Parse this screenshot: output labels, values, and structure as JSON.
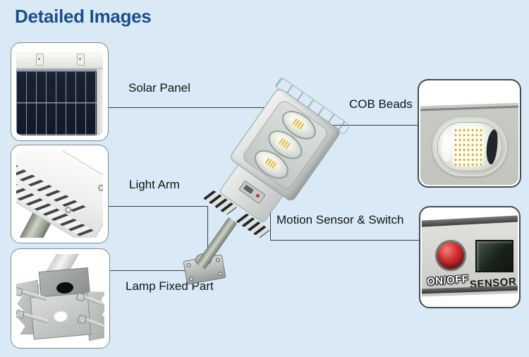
{
  "page": {
    "title": "Detailed Images"
  },
  "colors": {
    "background": "#d9eaf6",
    "title_blue": "#1b4e8c",
    "label_black": "#121212",
    "callout_line": "#3d3d3d",
    "button_red": "#d33333",
    "solar_cell_navy": "#161d2b",
    "metal_silver": "#cfd3d1"
  },
  "callouts": {
    "solar_panel": {
      "label": "Solar Panel"
    },
    "light_arm": {
      "label": "Light Arm"
    },
    "lamp_fixed_part": {
      "label": "Lamp Fixed Part"
    },
    "cob_beads": {
      "label": "COB Beads"
    },
    "motion_sensor": {
      "label": "Motion Sensor & Switch"
    }
  },
  "sensor_panel": {
    "on_off_label": "ON/OFF",
    "sensor_label": "SENSOR"
  },
  "photos": {
    "top_left": "solar-panel-closeup-photo",
    "middle_left": "light-arm-photo",
    "bottom_left": "mounting-bracket-photo",
    "top_right": "cob-led-closeup-photo",
    "bottom_right": "sensor-switch-closeup-photo",
    "center": "solar-street-light-product-photo"
  }
}
